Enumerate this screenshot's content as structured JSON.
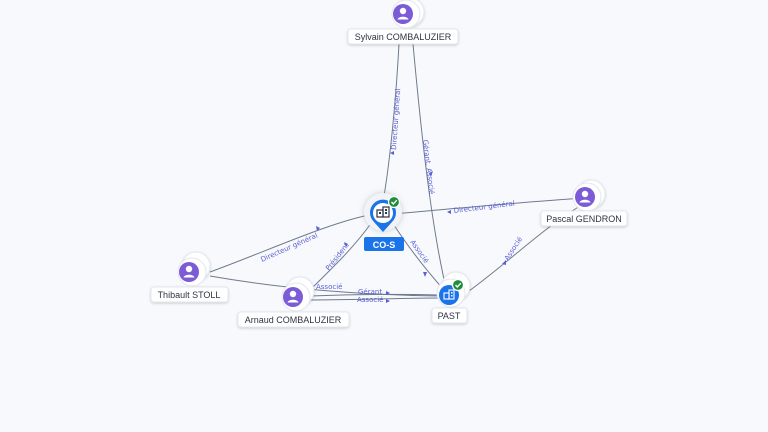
{
  "colors": {
    "person_icon": "#7b5cd6",
    "company_blue": "#1a73e8",
    "verified_green": "#1e8e3e",
    "edge": "#6f7a8c",
    "edge_label": "#5b5fd6"
  },
  "nodes": {
    "sylvain": {
      "label": "Sylvain COMBALUZIER",
      "type": "person",
      "icon": "user-icon"
    },
    "pascal": {
      "label": "Pascal GENDRON",
      "type": "person",
      "icon": "user-icon"
    },
    "thibault": {
      "label": "Thibault STOLL",
      "type": "person",
      "icon": "user-icon"
    },
    "arnaud": {
      "label": "Arnaud COMBALUZIER",
      "type": "person",
      "icon": "user-icon"
    },
    "cos": {
      "label": "CO-S",
      "type": "company",
      "icon": "building-icon",
      "badge": "verified-check-icon"
    },
    "past": {
      "label": "PAST",
      "type": "company",
      "icon": "building-icon",
      "badge": "verified-check-icon"
    }
  },
  "edges": {
    "sylvain_cos": "Directeur général",
    "sylvain_past": "Gérant, Associé",
    "pascal_cos": "Directeur général",
    "pascal_past": "Associé",
    "thibault_cos": "Directeur général",
    "arnaud_cos": "Président",
    "cos_past": "Associé",
    "arnaud_past_1": "Gérant",
    "arnaud_past_2": "Associé",
    "thibault_past": "Associé"
  }
}
